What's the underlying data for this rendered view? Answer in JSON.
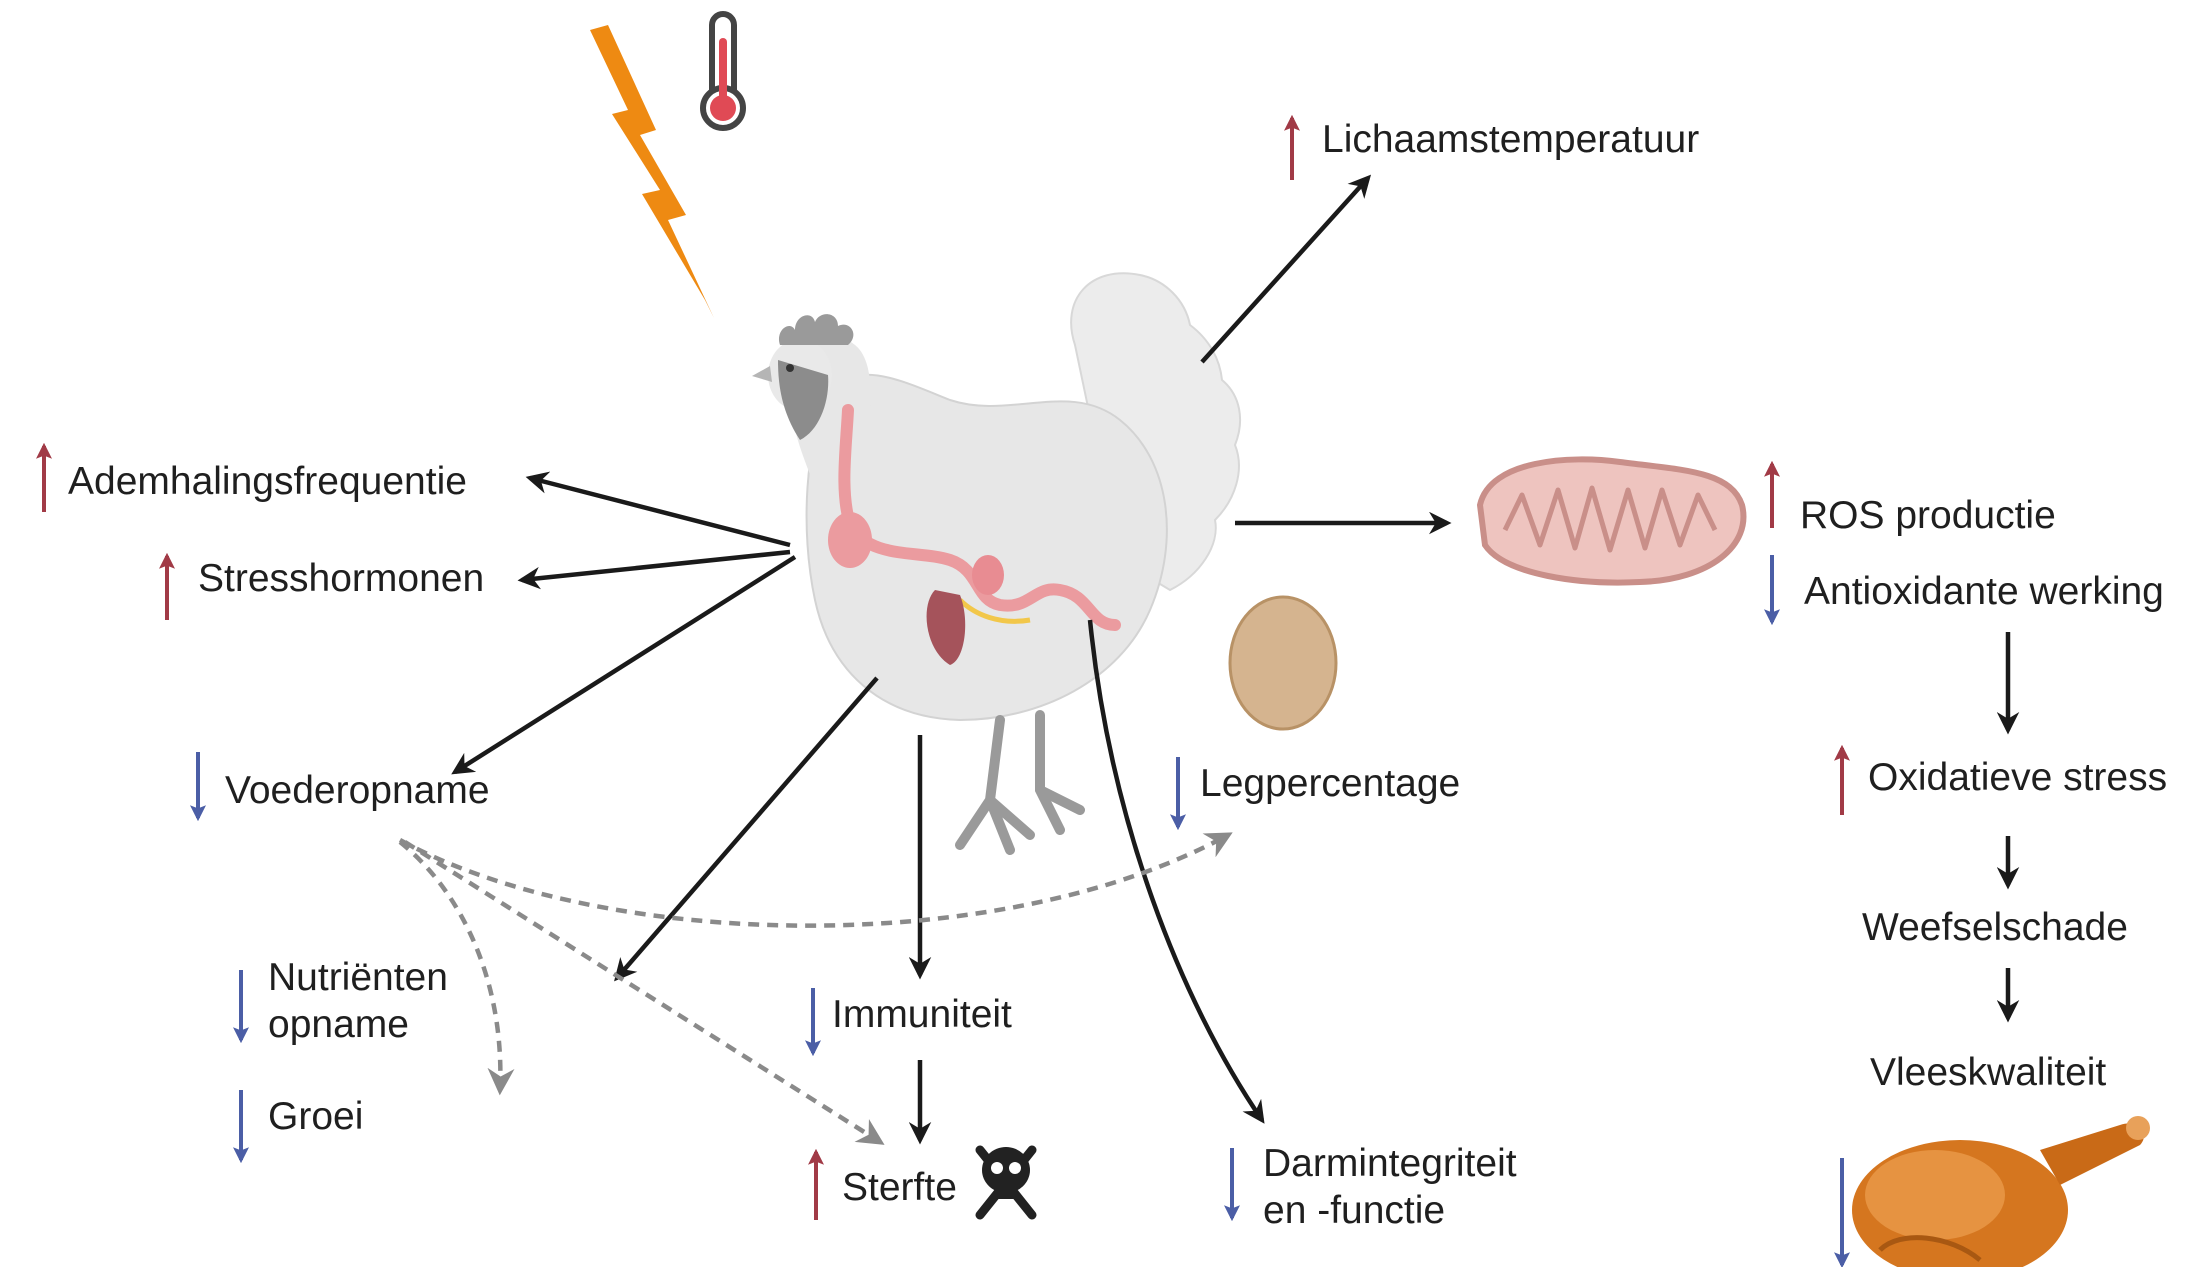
{
  "labels": {
    "body_temp": "Lichaamstemperatuur",
    "respiration": "Ademhalingsfrequentie",
    "stress_hormones": "Stresshormonen",
    "feed_intake": "Voederopname",
    "nutrients_line1": "Nutriënten",
    "nutrients_line2": "opname",
    "growth": "Groei",
    "immunity": "Immuniteit",
    "mortality": "Sterfte",
    "laying": "Legpercentage",
    "gut_line1": "Darmintegriteit",
    "gut_line2": "en -functie",
    "ros": "ROS productie",
    "antioxidant": "Antioxidante werking",
    "oxidative_stress": "Oxidatieve stress",
    "tissue_damage": "Weefselschade",
    "meat_quality": "Vleeskwaliteit"
  },
  "colors": {
    "up_arrow": "#a13a46",
    "down_arrow": "#4b5ea6",
    "arrow_solid": "#1a1a1a",
    "arrow_dashed": "#8a8a8a",
    "lightning": "#ee8a12",
    "hen": "#e7e7e7",
    "digestive": "#eb9b9f",
    "mitochondrion": "#eec4bf",
    "egg": "#d5b48f",
    "roast_chicken": "#d5761f"
  },
  "icons": {
    "heat": "lightning-icon",
    "thermometer": "thermometer-icon",
    "mortality": "skull-crossbones-icon"
  }
}
